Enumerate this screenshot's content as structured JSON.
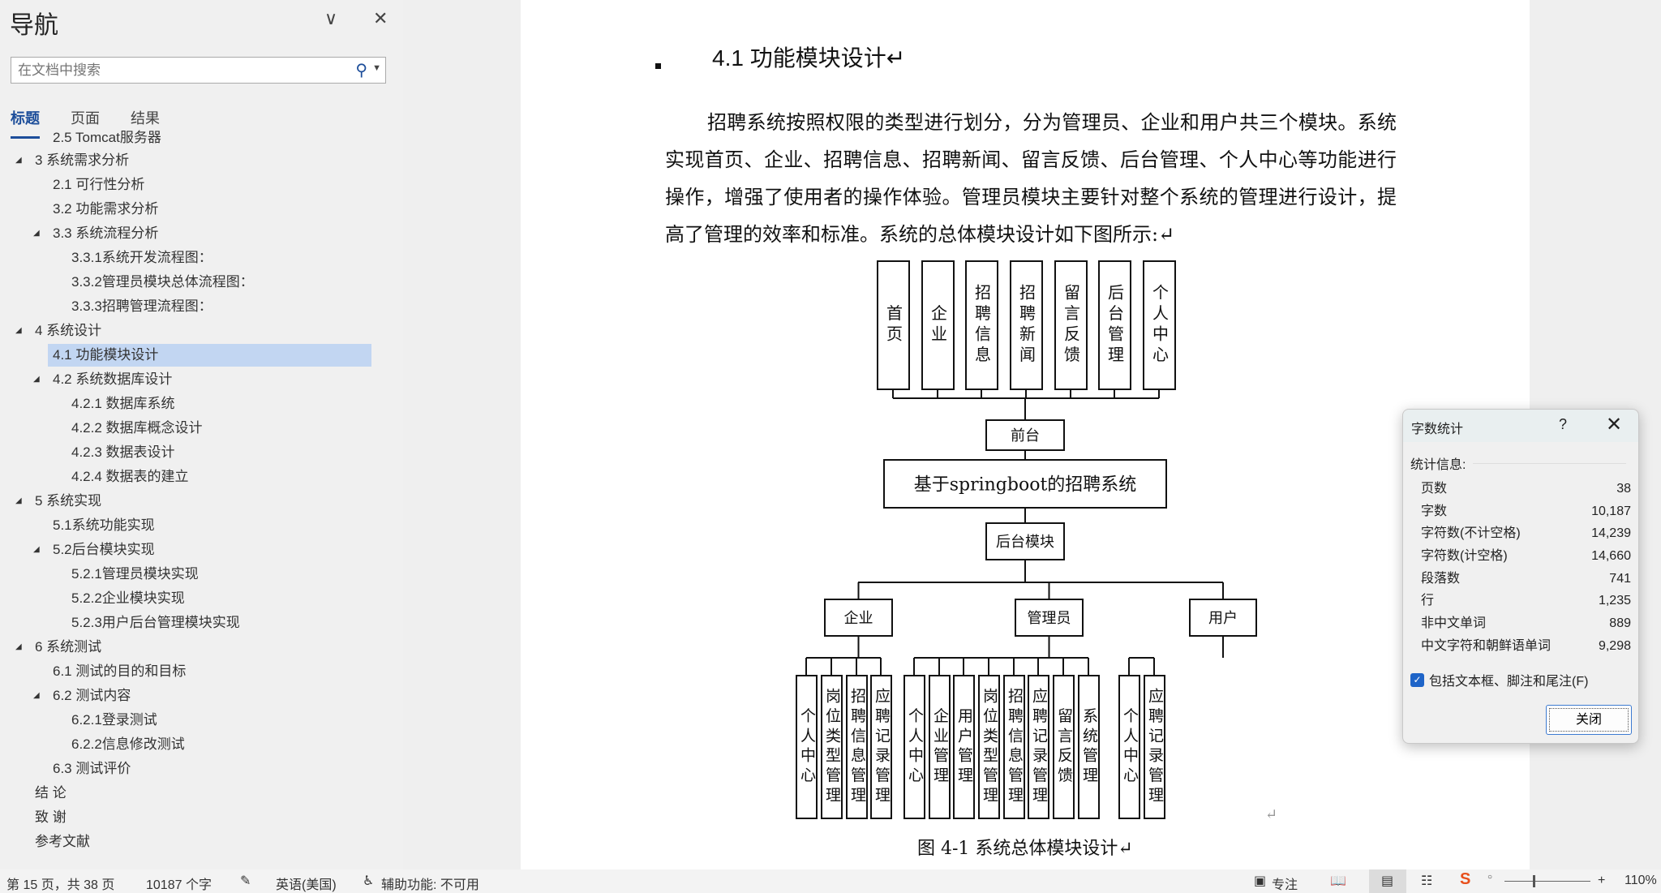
{
  "nav": {
    "title": "导航",
    "search_placeholder": "在文档中搜索",
    "tabs": [
      "标题",
      "页面",
      "结果"
    ],
    "items": [
      {
        "level": 2,
        "text": "2.5 Tomcat服务器",
        "expandable": false
      },
      {
        "level": 1,
        "text": "3  系统需求分析",
        "expandable": true
      },
      {
        "level": 2,
        "text": "2.1 可行性分析",
        "expandable": false
      },
      {
        "level": 2,
        "text": "3.2 功能需求分析",
        "expandable": false
      },
      {
        "level": 2,
        "text": "3.3 系统流程分析",
        "expandable": true
      },
      {
        "level": 3,
        "text": "3.3.1系统开发流程图：",
        "expandable": false
      },
      {
        "level": 3,
        "text": "3.3.2管理员模块总体流程图：",
        "expandable": false
      },
      {
        "level": 3,
        "text": "3.3.3招聘管理流程图：",
        "expandable": false
      },
      {
        "level": 1,
        "text": "4  系统设计",
        "expandable": true
      },
      {
        "level": 2,
        "text": "4.1 功能模块设计",
        "expandable": false,
        "selected": true
      },
      {
        "level": 2,
        "text": "4.2 系统数据库设计",
        "expandable": true
      },
      {
        "level": 3,
        "text": "4.2.1 数据库系统",
        "expandable": false
      },
      {
        "level": 3,
        "text": "4.2.2 数据库概念设计",
        "expandable": false
      },
      {
        "level": 3,
        "text": "4.2.3 数据表设计",
        "expandable": false
      },
      {
        "level": 3,
        "text": "4.2.4 数据表的建立",
        "expandable": false
      },
      {
        "level": 1,
        "text": "5  系统实现",
        "expandable": true
      },
      {
        "level": 2,
        "text": "5.1系统功能实现",
        "expandable": false
      },
      {
        "level": 2,
        "text": "5.2后台模块实现",
        "expandable": true
      },
      {
        "level": 3,
        "text": "5.2.1管理员模块实现",
        "expandable": false
      },
      {
        "level": 3,
        "text": "5.2.2企业模块实现",
        "expandable": false
      },
      {
        "level": 3,
        "text": "5.2.3用户后台管理模块实现",
        "expandable": false
      },
      {
        "level": 1,
        "text": "6  系统测试",
        "expandable": true
      },
      {
        "level": 2,
        "text": "6.1 测试的目的和目标",
        "expandable": false
      },
      {
        "level": 2,
        "text": "6.2 测试内容",
        "expandable": true
      },
      {
        "level": 3,
        "text": "6.2.1登录测试",
        "expandable": false
      },
      {
        "level": 3,
        "text": "6.2.2信息修改测试",
        "expandable": false
      },
      {
        "level": 2,
        "text": "6.3 测试评价",
        "expandable": false
      },
      {
        "level": 1,
        "text": "结    论",
        "expandable": false,
        "noindent": true
      },
      {
        "level": 1,
        "text": "致    谢",
        "expandable": false,
        "noindent": true
      },
      {
        "level": 1,
        "text": "参考文献",
        "expandable": false,
        "noindent": true
      }
    ]
  },
  "doc": {
    "heading": "4.1  功能模块设计↵",
    "paragraph": "招聘系统按照权限的类型进行划分，分为管理员、企业和用户共三个模块。系统实现首页、企业、招聘信息、招聘新闻、留言反馈、后台管理、个人中心等功能进行操作，增强了使用者的操作体验。管理员模块主要针对整个系统的管理进行设计，提高了管理的效率和标准。系统的总体模块设计如下图所示:↵",
    "caption": "图 4-1  系统总体模块设计↵",
    "diagram": {
      "front_items": [
        "首页",
        "企业",
        "招聘信息",
        "招聘新闻",
        "留言反馈",
        "后台管理",
        "个人中心"
      ],
      "front": "前台",
      "root": "基于springboot的招聘系统",
      "back": "后台模块",
      "groups": [
        {
          "name": "企业",
          "items": [
            "个人中心",
            "岗位类型管理",
            "招聘信息管理",
            "应聘记录管理"
          ]
        },
        {
          "name": "管理员",
          "items": [
            "个人中心",
            "企业管理",
            "用户管理",
            "岗位类型管理",
            "招聘信息管理",
            "应聘记录管理",
            "留言反馈",
            "系统管理"
          ]
        },
        {
          "name": "用户",
          "items": [
            "个人中心",
            "应聘记录管理"
          ]
        }
      ],
      "return_mark": "↵"
    }
  },
  "dialog": {
    "title": "字数统计",
    "help": "?",
    "section": "统计信息:",
    "rows": [
      {
        "label": "页数",
        "value": "38"
      },
      {
        "label": "字数",
        "value": "10,187"
      },
      {
        "label": "字符数(不计空格)",
        "value": "14,239"
      },
      {
        "label": "字符数(计空格)",
        "value": "14,660"
      },
      {
        "label": "段落数",
        "value": "741"
      },
      {
        "label": "行",
        "value": "1,235"
      },
      {
        "label": "非中文单词",
        "value": "889"
      },
      {
        "label": "中文字符和朝鲜语单词",
        "value": "9,298"
      }
    ],
    "checkbox_label": "包括文本框、脚注和尾注(F)",
    "checkbox_checked": true,
    "close_label": "关闭"
  },
  "status": {
    "page": "第 15 页，共 38 页",
    "words": "10187 个字",
    "language": "英语(美国)",
    "accessibility": "辅助功能: 不可用",
    "focus": "专注",
    "zoom": "110%",
    "zoom_plus": "+"
  }
}
